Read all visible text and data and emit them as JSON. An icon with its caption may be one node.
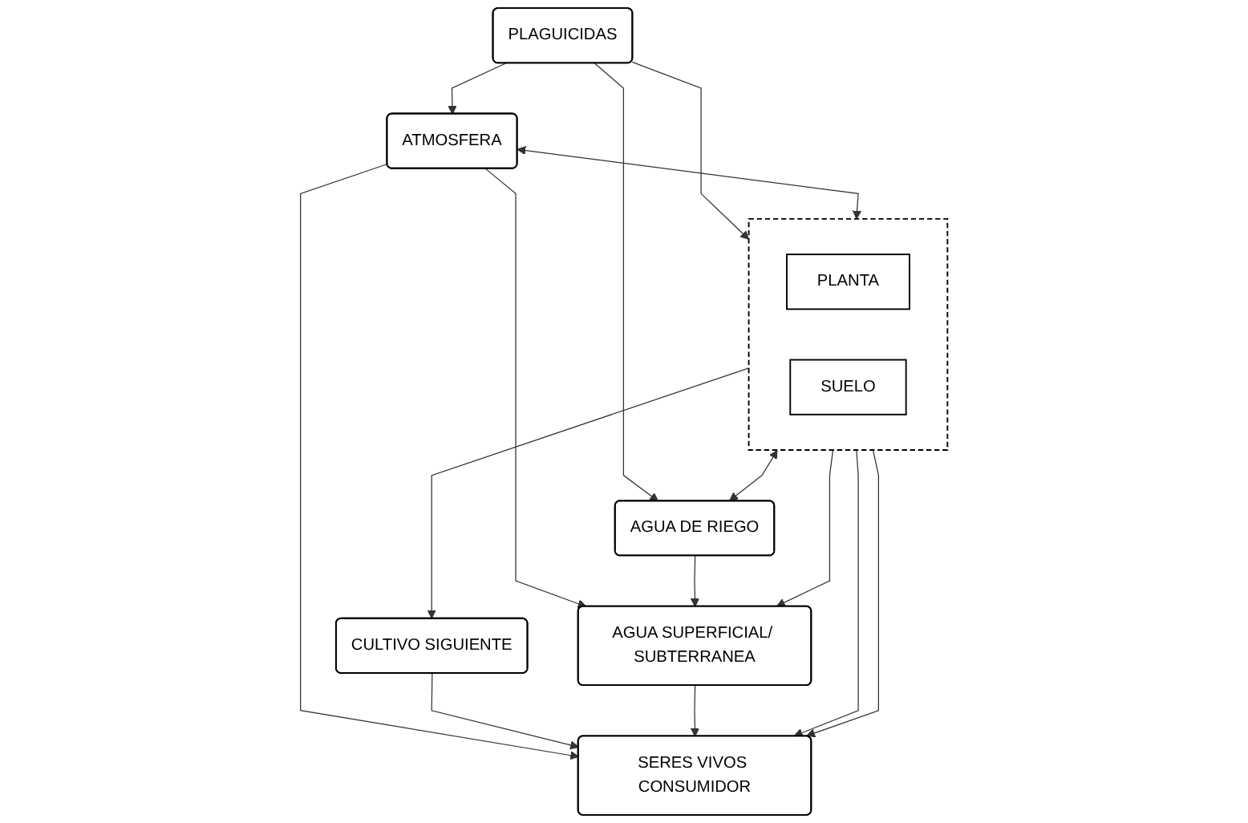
{
  "diagram": {
    "nodes": [
      {
        "text": [
          "PLAGUICIDAS"
        ]
      },
      {
        "text": [
          "ATMOSFERA"
        ]
      },
      {
        "text": [],
        "shape": "box"
      },
      {
        "text": [
          "PLANTA"
        ],
        "in": 2
      },
      {
        "text": [
          "SUELO"
        ],
        "in": 2
      },
      {
        "text": [
          "AGUA DE RIEGO"
        ]
      },
      {
        "text": [
          "CULTIVO SIGUIENTE"
        ]
      },
      {
        "text": [
          "SERES VIVOS CONSUMIDOR"
        ]
      },
      {
        "text": [
          "AGUA SUPERFICIAL/ SUBTERRANEA"
        ]
      }
    ],
    "edges": [
      {
        "from": 0,
        "to": 1,
        "arrow": "to"
      },
      {
        "from": 0,
        "to": 2,
        "arrow": "to"
      },
      {
        "from": 0,
        "to": 5,
        "arrow": "to"
      },
      {
        "from": 1,
        "to": 2,
        "arrow": "both"
      },
      {
        "from": 2,
        "to": 5,
        "arrow": "both"
      },
      {
        "from": 2,
        "to": 6,
        "arrow": "to"
      },
      {
        "from": 2,
        "to": 7,
        "arrow": "to"
      },
      {
        "from": 2,
        "to": 8,
        "arrow": "to"
      },
      {
        "from": 2,
        "to": 7,
        "arrow": "to"
      },
      {
        "from": 1,
        "to": 8,
        "arrow": "to"
      },
      {
        "from": 1,
        "to": 7,
        "arrow": "to"
      },
      {
        "from": 6,
        "to": 7,
        "arrow": "to"
      },
      {
        "from": 5,
        "to": 8,
        "arrow": "to"
      },
      {
        "from": 8,
        "to": 7,
        "arrow": "to"
      }
    ]
  }
}
